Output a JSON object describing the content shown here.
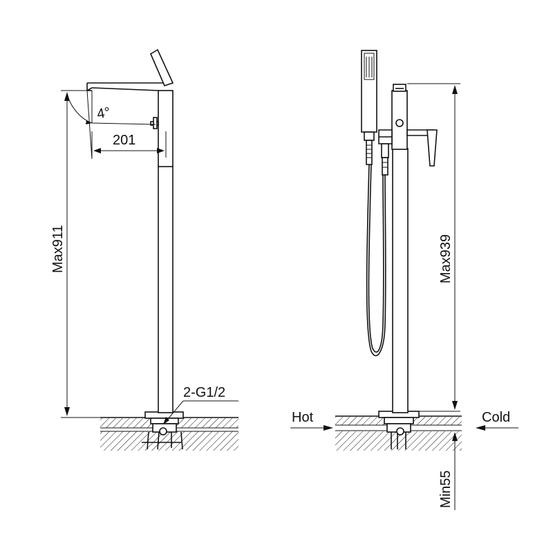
{
  "labels": {
    "angle": "4°",
    "spout_reach": "201",
    "left_height": "Max911",
    "thread": "2-G1/2",
    "right_height": "Max939",
    "hot": "Hot",
    "cold": "Cold",
    "min_depth": "Min55"
  },
  "colors": {
    "line": "#111111",
    "background": "#ffffff"
  }
}
